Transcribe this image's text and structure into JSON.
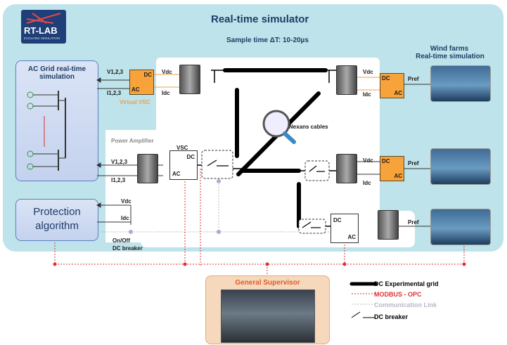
{
  "header": {
    "logo": "RT-LAB",
    "logo_sub": "EVOLVING SIMULATION",
    "title": "Real-time simulator",
    "sample_time": "Sample time ΔT: 10-20µs"
  },
  "ac_grid": {
    "title_line1": "AC Grid real-time",
    "title_line2": "simulation"
  },
  "protection": {
    "line1": "Protection",
    "line2": "algorithm"
  },
  "wind": {
    "title_line1": "Wind farms",
    "title_line2": "Real-time simulation"
  },
  "labels": {
    "v123": "V1,2,3",
    "i123": "I1,2,3",
    "vdc": "Vdc",
    "idc": "Idc",
    "pref": "Pref",
    "virtual_vsc": "Virtual VSC",
    "power_amplifier": "Power Amplifier",
    "vsc": "VSC",
    "dc": "DC",
    "ac": "AC",
    "nexans": "Nexans cables",
    "onoff_line1": "On/Off",
    "onoff_line2": "DC breaker"
  },
  "supervisor": {
    "title": "General Supervisor"
  },
  "legend": [
    {
      "label": "DC Experimental grid",
      "color": "#000000",
      "style": "thick"
    },
    {
      "label": "MODBUS - OPC",
      "color": "#e03030",
      "style": "dotted"
    },
    {
      "label": "Communication Link",
      "color": "#b8b8c8",
      "style": "dotted"
    },
    {
      "label": "DC breaker",
      "color": "#000000",
      "style": "breaker"
    }
  ],
  "colors": {
    "simulator_bg": "#bfe3ea",
    "converter_orange": "#f7a33a",
    "title_blue": "#1f3d66",
    "modbus_red": "#e03030",
    "comm_gray": "#b8b8c8"
  }
}
